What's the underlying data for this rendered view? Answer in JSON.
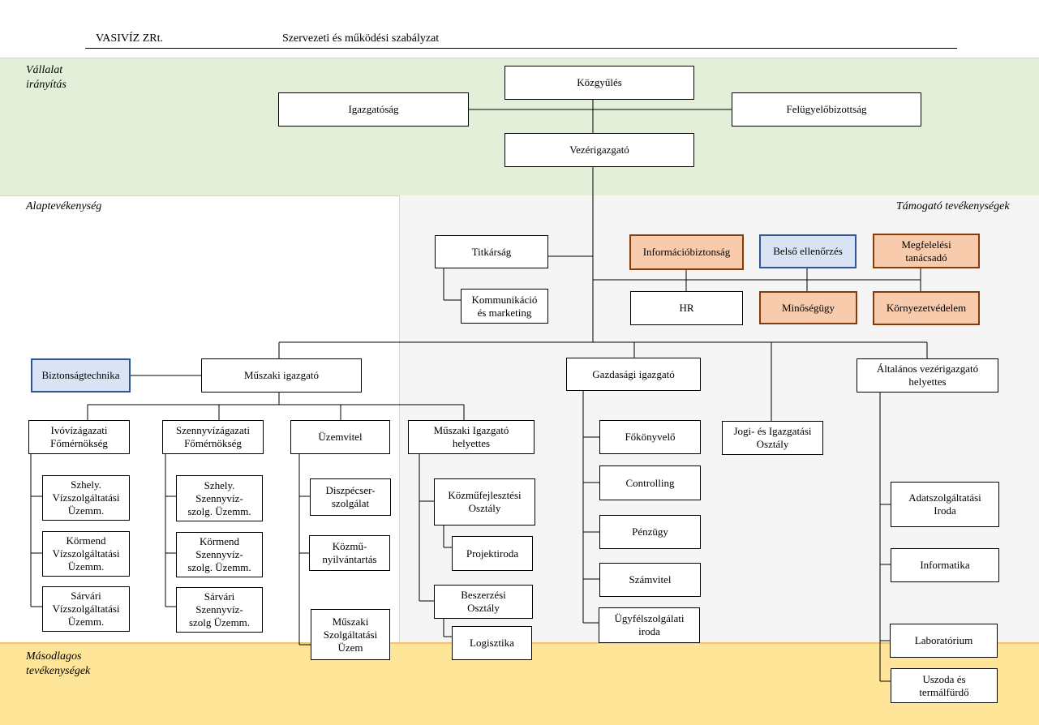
{
  "header": {
    "company": "VASIVÍZ ZRt.",
    "document": "Szervezeti és működési szabályzat"
  },
  "zones": {
    "corporate": "Vállalat\nirányítás",
    "core": "Alaptevékenység",
    "support": "Támogató tevékenységek",
    "secondary": "Másodlagos\ntevékenységek"
  },
  "colors": {
    "corporate_band": "#e3efd9",
    "support_band": "#f5f5f5",
    "secondary_band": "#ffe598",
    "orange_box_fill": "#f7cbac",
    "orange_box_border": "#843c0c",
    "blue_box_fill": "#dae3f3",
    "blue_box_border": "#2f5597"
  },
  "units": {
    "kozgyules": "Közgyűlés",
    "igazgatosag": "Igazgatóság",
    "felugyelobizottsag": "Felügyelőbizottság",
    "vezerigazgato": "Vezérigazgató",
    "titkarsag": "Titkárság",
    "kommunikacio": "Kommunikáció\nés marketing",
    "informaciobiztonsag": "Információbiztonság",
    "belso_ellenorzes": "Belső ellenőrzés",
    "megfelelesi": "Megfelelési\ntanácsadó",
    "hr": "HR",
    "minosegugy": "Minőségügy",
    "kornyezetvedelem": "Környezetvédelem",
    "biztonsagtechnika": "Biztonságtechnika",
    "muszaki_igazgato": "Műszaki igazgató",
    "gazdasagi_igazgato": "Gazdasági igazgató",
    "jogi": "Jogi- és Igazgatási\nOsztály",
    "altalanos_helyettes": "Általános vezérigazgató\nhelyettes",
    "ivovizagazati": "Ivóvízágazati\nFőmérnökség",
    "szennyvizagazati": "Szennyvízágazati\nFőmérnökség",
    "uzemvitel": "Üzemvitel",
    "muszaki_helyettes": "Műszaki Igazgató\nhelyettes",
    "szhely_viz": "Szhely.\nVízszolgáltatási\nÜzemm.",
    "kormend_viz": "Körmend\nVízszolgáltatási\nÜzemm.",
    "sarvari_viz": "Sárvári\nVízszolgáltatási\nÜzemm.",
    "szhely_szenny": "Szhely.\nSzennyvíz-\nszolg. Üzemm.",
    "kormend_szenny": "Körmend\nSzennyvíz-\nszolg.  Üzemm.",
    "sarvari_szenny": "Sárvári\nSzennyvíz-\nszolg Üzemm.",
    "diszpecser": "Diszpécser-\nszolgálat",
    "kozmu": "Közmű-\nnyilvántartás",
    "muszaki_szolg": "Műszaki\nSzolgáltatási\nÜzem",
    "kozmufejlesztesi": "Közműfejlesztési\nOsztály",
    "projektiroda": "Projektiroda",
    "beszerzesi": "Beszerzési\nOsztály",
    "logisztika": "Logisztika",
    "fokonyvelo": "Főkönyvelő",
    "controlling": "Controlling",
    "penzugy": "Pénzügy",
    "szamvitel": "Számvitel",
    "ugyfelszolgalati": "Ügyfélszolgálati\niroda",
    "adatszolgaltatasi": "Adatszolgáltatási\nIroda",
    "informatika": "Informatika",
    "laboratorium": "Laboratórium",
    "uszoda": "Uszoda és\ntermálfürdő"
  }
}
